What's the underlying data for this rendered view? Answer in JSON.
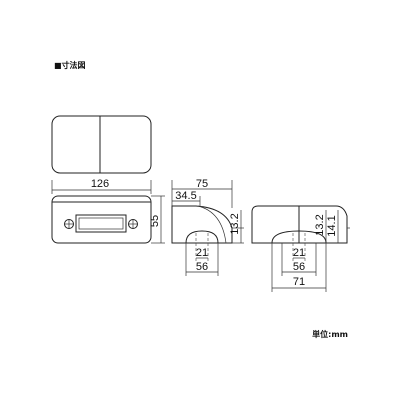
{
  "figure": {
    "heading": "■寸法図",
    "unit_note": "単位:mm"
  },
  "dimensions": {
    "top_view": [],
    "front_view": {
      "width": "126",
      "height": "55"
    },
    "side_view": {
      "depth": "75",
      "offset": "34.5",
      "right_height": "13.2",
      "bottom_inner": "21",
      "bottom_outer": "56"
    },
    "end_view": {
      "height_a": "13.2",
      "height_b": "14.1",
      "bottom_inner": "21",
      "bottom_mid": "56",
      "bottom_outer": "71"
    }
  }
}
